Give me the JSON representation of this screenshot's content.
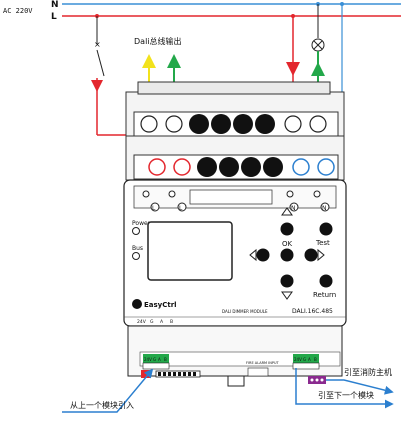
{
  "supply": {
    "label": "AC 220V",
    "neutral": "N",
    "live": "L",
    "line_color": "#3a8fd6",
    "live_color": "#e3262d"
  },
  "dali_output_label": "Dali总线输出",
  "device": {
    "brand": "EasyCtrl",
    "module_name": "DALI DIMMER MODULE",
    "model": "DALI.16C.485",
    "top_terminals": [
      "L",
      "N"
    ],
    "leds": [
      "Power",
      "Bus"
    ],
    "buttons": {
      "ok": "OK",
      "test": "Test",
      "return": "Return"
    },
    "bus_terminal_labels": [
      "24V",
      "G",
      "A",
      "B"
    ],
    "fire_alarm_label": "FIRE ALARM INPUT"
  },
  "annotations": {
    "from_prev_module": "从上一个模块引入",
    "to_fire_host": "引至消防主机",
    "to_next_module": "引至下一个模块"
  },
  "colors": {
    "yellow": "#f2e21c",
    "green": "#23a84a",
    "red": "#e3262d",
    "blue": "#2b7fcf",
    "purple": "#8a2a8f"
  }
}
